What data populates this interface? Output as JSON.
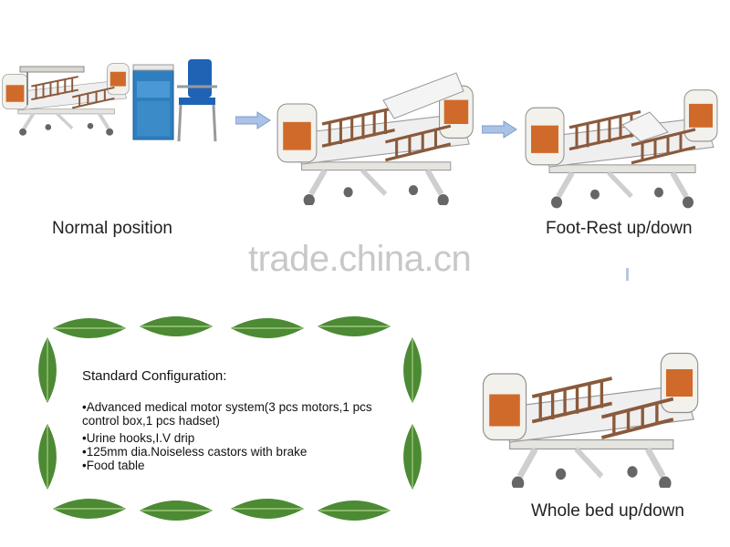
{
  "captions": {
    "normal": "Normal position",
    "foot_rest": "Foot-Rest up/down",
    "whole_bed": "Whole bed up/down"
  },
  "watermark": "trade.china.cn",
  "config": {
    "title": "Standard Configuration:",
    "items": [
      "Advanced medical motor system(3 pcs motors,1 pcs control box,1 pcs hadset)",
      "Urine hooks,I.V drip",
      "125mm dia.Noiseless castors with brake",
      "Food table"
    ]
  },
  "colors": {
    "headboard": "#d06a2a",
    "frame": "#ecebe6",
    "rail": "#8a5a3c",
    "leaf": "#4c8a34",
    "cabinet": "#2f7fc0",
    "chair": "#1f63b4",
    "arrow": "#a9c2e6"
  },
  "icons": [
    "hospital-bed-icon",
    "bedside-cabinet-icon",
    "accompany-chair-icon",
    "arrow-right-icon",
    "leaf-icon"
  ]
}
